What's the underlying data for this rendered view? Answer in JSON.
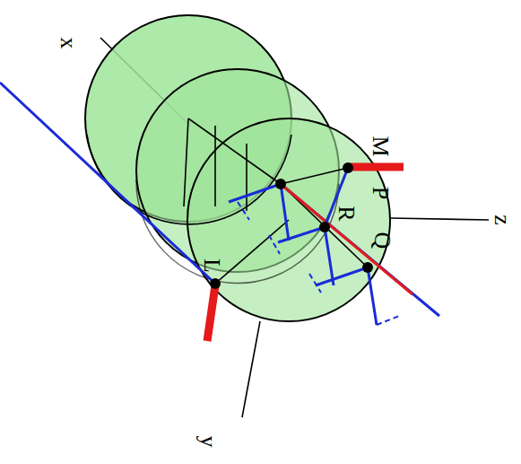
{
  "diagram": {
    "labels": [
      "x",
      "z",
      "y",
      "M",
      "P",
      "Q",
      "R",
      "L"
    ]
  }
}
